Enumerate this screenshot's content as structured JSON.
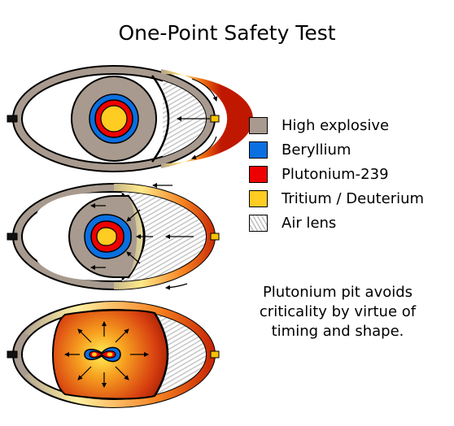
{
  "title": "One-Point Safety Test",
  "legend": [
    {
      "label": "High explosive",
      "color": "#a89a8e"
    },
    {
      "label": "Beryllium",
      "color": "#0a6fe0"
    },
    {
      "label": "Plutonium-239",
      "color": "#ee0000"
    },
    {
      "label": "Tritium / Deuterium",
      "color": "#ffcc22"
    },
    {
      "label": "Air lens",
      "color": "#ffffff"
    }
  ],
  "caption": [
    "Plutonium pit avoids",
    "criticality by virtue of",
    "timing and shape."
  ]
}
